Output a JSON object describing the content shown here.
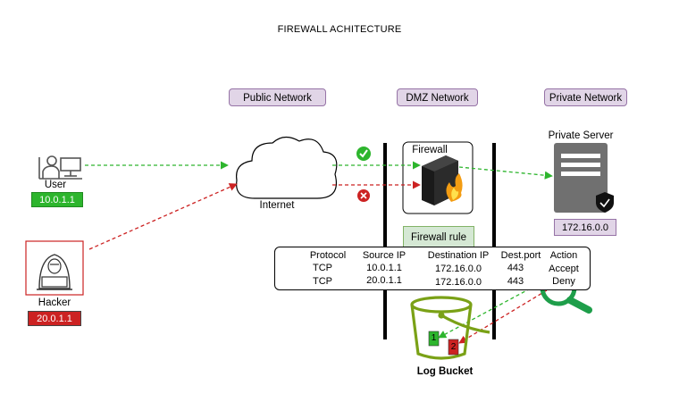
{
  "title": "FIREWALL ACHITECTURE",
  "zones": {
    "public": "Public Network",
    "dmz": "DMZ Network",
    "private": "Private Network"
  },
  "user": {
    "label": "User",
    "ip": "10.0.1.1"
  },
  "hacker": {
    "label": "Hacker",
    "ip": "20.0.1.1"
  },
  "internet": {
    "label": "Internet"
  },
  "firewall": {
    "label": "Firewall"
  },
  "server": {
    "label": "Private Server",
    "ip": "172.16.0.0"
  },
  "firewall_rule": {
    "header": "Firewall rule",
    "columns": [
      "Protocol",
      "Source IP",
      "Destination IP",
      "Dest.port",
      "Action"
    ],
    "rows": [
      [
        "TCP",
        "10.0.1.1",
        "172.16.0.0",
        "443",
        "Accept"
      ],
      [
        "TCP",
        "20.0.1.1",
        "172.16.0.0",
        "443",
        "Deny"
      ]
    ]
  },
  "log_bucket": {
    "label": "Log Bucket",
    "entries": [
      "1",
      "2"
    ]
  },
  "colors": {
    "allow": "#2db52d",
    "deny": "#cc2222",
    "bucket": "#7aa116",
    "zone_fill": "#e1d5e7",
    "rule_fill": "#d5e8d4",
    "magnifier": "#1e9e4a"
  },
  "icons": [
    "user-workstation-icon",
    "hacker-icon",
    "cloud-icon",
    "firewall-icon",
    "server-icon",
    "shield-check-icon",
    "check-icon",
    "cross-icon",
    "bucket-icon",
    "magnifier-icon"
  ]
}
